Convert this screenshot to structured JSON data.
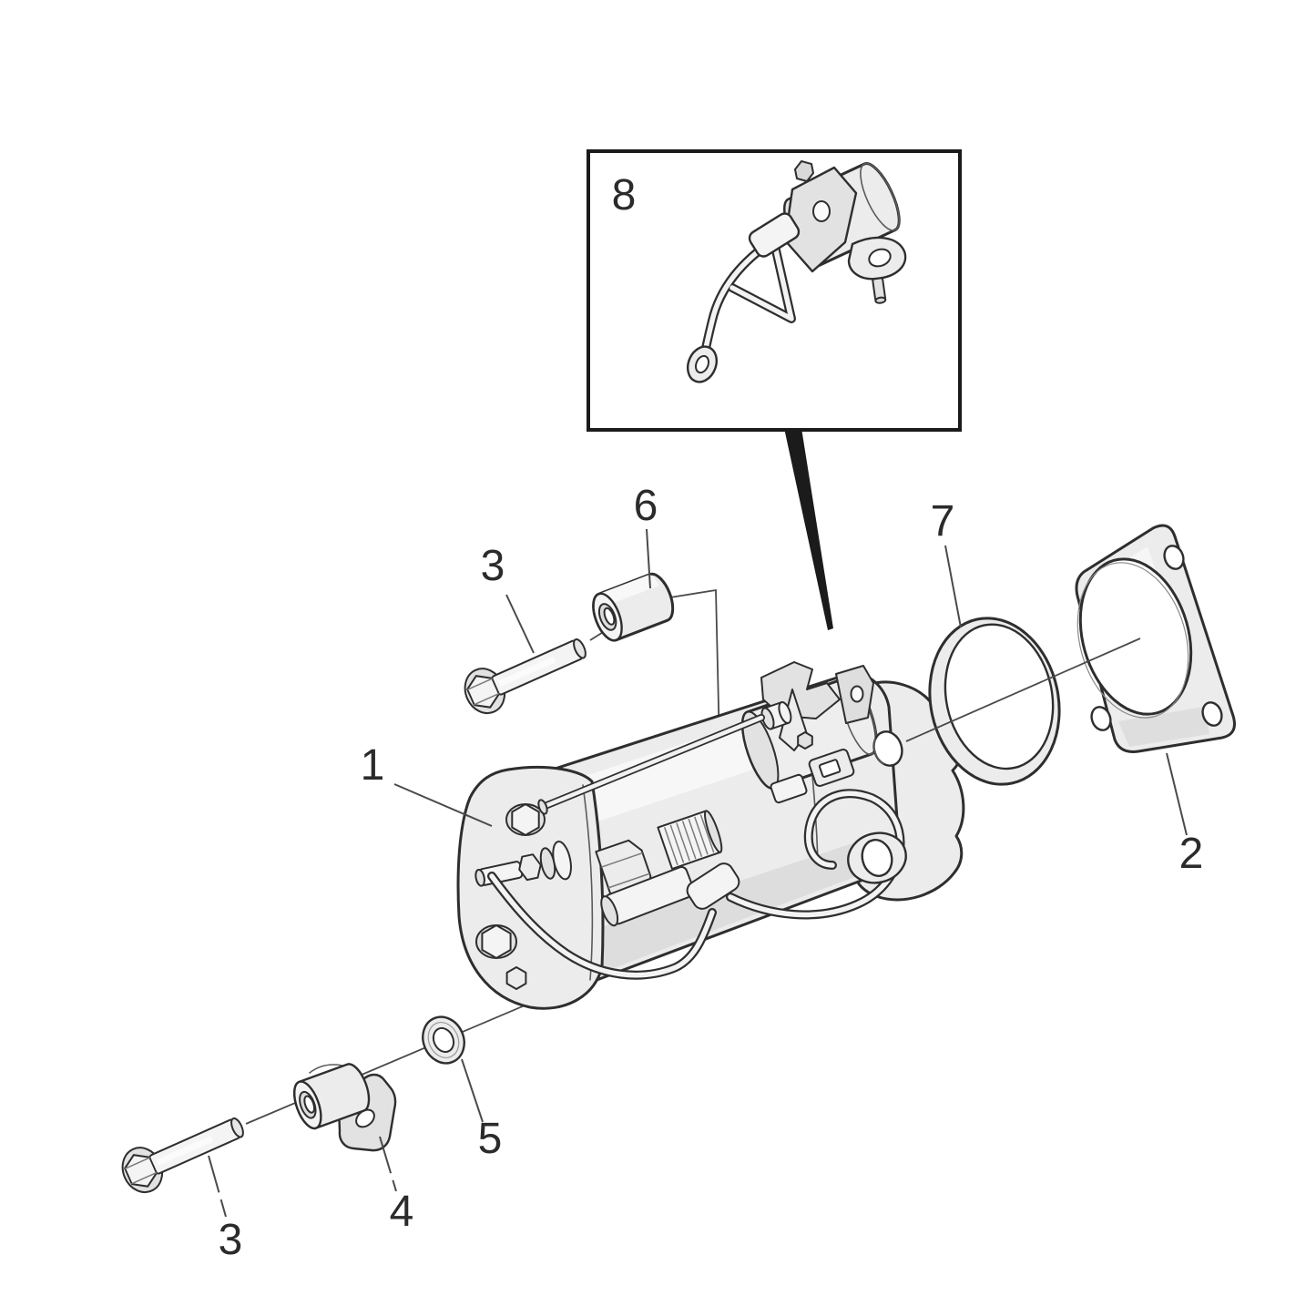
{
  "diagram": {
    "kind": "exploded-parts-diagram",
    "subject": "starter-motor-assembly",
    "background": "#ffffff",
    "line_color": "#2e2e2e",
    "part_fill": "#ececec",
    "label_color": "#2b2b2b"
  },
  "inset": {
    "label": "8"
  },
  "callouts": [
    {
      "number": "1",
      "part": "starter-motor"
    },
    {
      "number": "2",
      "part": "gasket"
    },
    {
      "number": "3",
      "part": "hex-flange-bolt"
    },
    {
      "number": "4",
      "part": "support-bracket"
    },
    {
      "number": "5",
      "part": "washer"
    },
    {
      "number": "6",
      "part": "spacer-sleeve"
    },
    {
      "number": "7",
      "part": "o-ring"
    },
    {
      "number": "8",
      "part": "solenoid-cable-assembly"
    }
  ]
}
